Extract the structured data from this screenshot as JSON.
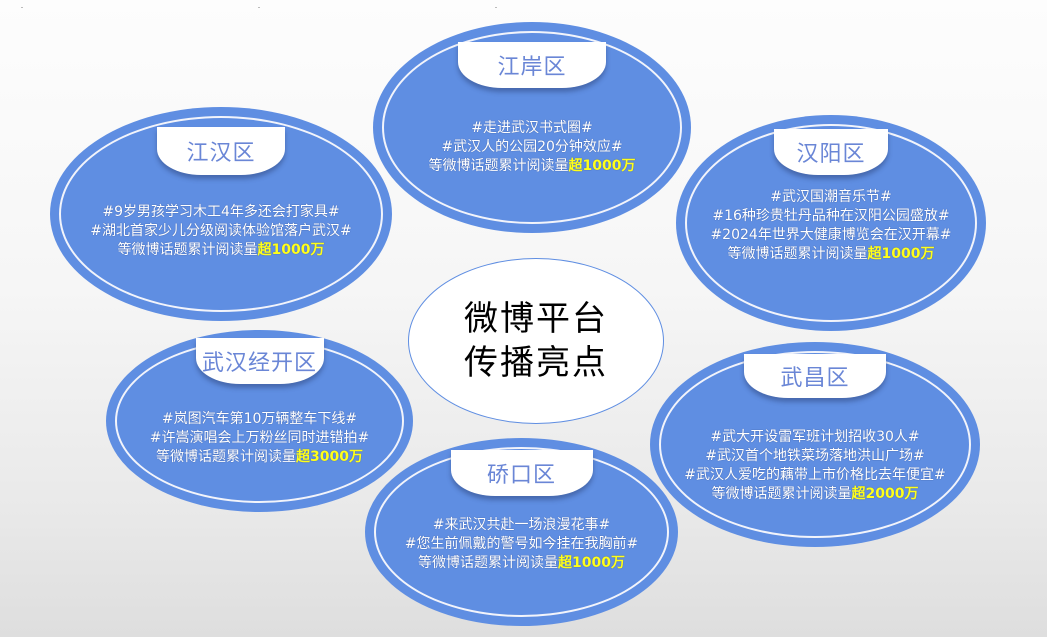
{
  "diagram": {
    "center": {
      "line1": "微博平台",
      "line2": "传播亮点"
    },
    "colors": {
      "bubble_fill": "#5f8ee2",
      "ring": "#f2f4fb",
      "label_text": "#6a86d6",
      "highlight": "#ffff1a",
      "center_border": "#5f8ee2"
    },
    "districts": [
      {
        "name": "江岸区",
        "topics": [
          "#走进武汉书式圈#",
          "#武汉人的公园20分钟效应#"
        ],
        "summary_prefix": "等微博话题累计阅读量",
        "summary_highlight": "超1000万"
      },
      {
        "name": "江汉区",
        "topics": [
          "#9岁男孩学习木工4年多还会打家具#",
          "#湖北首家少儿分级阅读体验馆落户武汉#"
        ],
        "summary_prefix": "等微博话题累计阅读量",
        "summary_highlight": "超1000万"
      },
      {
        "name": "汉阳区",
        "topics": [
          "#武汉国潮音乐节#",
          "#16种珍贵牡丹品种在汉阳公园盛放#",
          "#2024年世界大健康博览会在汉开幕#"
        ],
        "summary_prefix": "等微博话题累计阅读量",
        "summary_highlight": "超1000万"
      },
      {
        "name": "武汉经开区",
        "topics": [
          "#岚图汽车第10万辆整车下线#",
          "#许嵩演唱会上万粉丝同时进错拍#"
        ],
        "summary_prefix": "等微博话题累计阅读量",
        "summary_highlight": "超3000万"
      },
      {
        "name": "硚口区",
        "topics": [
          "#来武汉共赴一场浪漫花事#",
          "#您生前佩戴的警号如今挂在我胸前#"
        ],
        "summary_prefix": "等微博话题累计阅读量",
        "summary_highlight": "超1000万"
      },
      {
        "name": "武昌区",
        "topics": [
          "#武大开设雷军班计划招收30人#",
          "#武汉首个地铁菜场落地洪山广场#",
          "#武汉人爱吃的藕带上市价格比去年便宜#"
        ],
        "summary_prefix": "等微博话题累计阅读量",
        "summary_highlight": "超2000万"
      }
    ]
  }
}
